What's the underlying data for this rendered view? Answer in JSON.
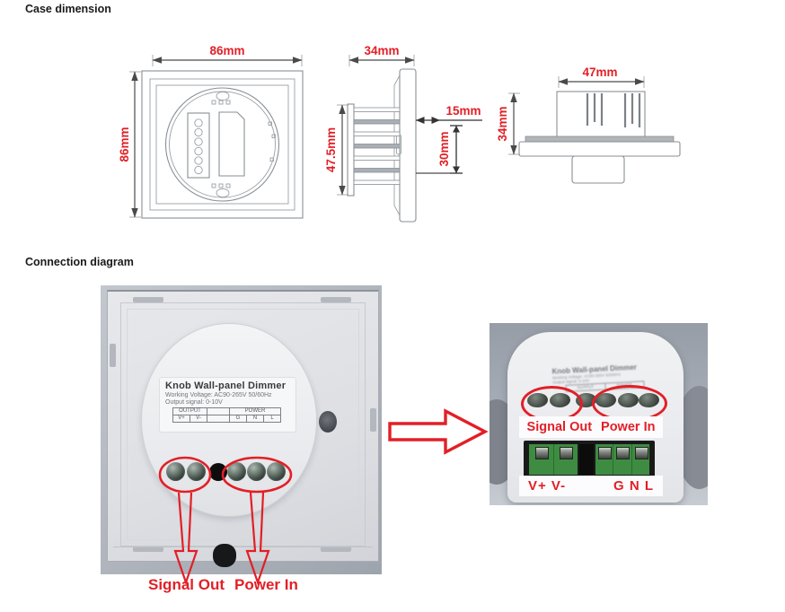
{
  "page": {
    "title1": "Case dimension",
    "title2": "Connection diagram"
  },
  "case_drawings": {
    "front": {
      "width_label": "86mm",
      "height_label": "86mm"
    },
    "side": {
      "depth_label": "34mm",
      "height_label": "47.5mm",
      "panel_label": "15mm",
      "inset_label": "30mm"
    },
    "bottom": {
      "width_label": "47mm",
      "height_label": "34mm"
    }
  },
  "device_label": {
    "title": "Knob Wall-panel Dimmer",
    "working_voltage": "Working Voltage: AC90-265V 50/60Hz",
    "output_signal": "Output signal: 0-10V",
    "table": {
      "output_header": "OUTPUT",
      "power_header": "POWER",
      "output_cells": [
        "V+",
        "V-"
      ],
      "power_cells": [
        "G",
        "N",
        "L"
      ]
    }
  },
  "connection": {
    "signal_out": "Signal Out",
    "power_in": "Power In",
    "output_terminals": "V+ V-",
    "power_terminals": "G N L"
  },
  "colors": {
    "annotation_red": "#e21f26",
    "terminal_green": "#3e8c42",
    "drawing_stroke": "#8a8f94"
  }
}
